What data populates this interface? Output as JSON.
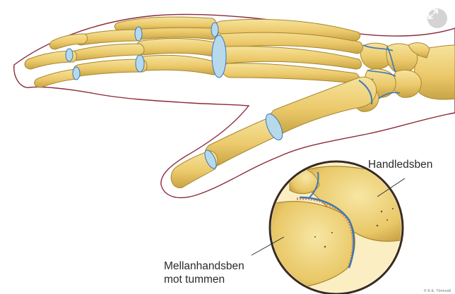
{
  "labels": {
    "carpal": "Handledsben",
    "metacarpal_thumb": "Mellanhandsben\nmot tummen"
  },
  "credit": "© K.E. Tönnvall",
  "icons": {
    "expand": "expand-icon"
  },
  "colors": {
    "bone": "#efd27a",
    "bone_shadow": "#c9a444",
    "cartilage": "#b7d9ec",
    "skin_outline": "#8b2a3a",
    "joint_line": "#3b78b8",
    "inflammation": "#e07a3a"
  }
}
